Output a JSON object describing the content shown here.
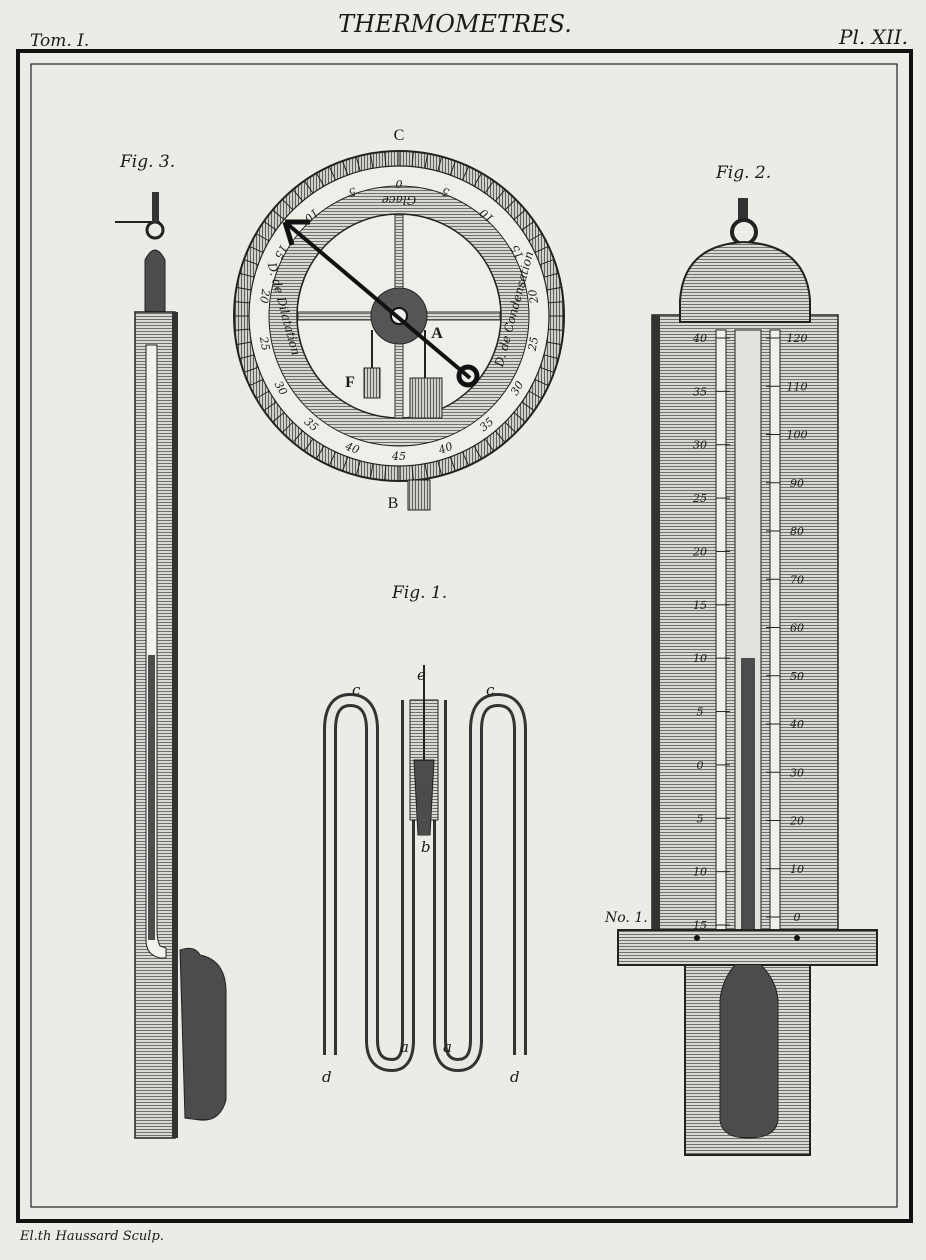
{
  "header": {
    "volume": "Tom. I.",
    "title": "THERMOMETRES.",
    "plate": "Pl. XII."
  },
  "footer": {
    "engraver": "El.th Haussard Sculp."
  },
  "figures": {
    "fig3": {
      "label": "Fig. 3."
    },
    "fig2": {
      "label": "Fig. 2.",
      "number_label": "No. 1.",
      "left_scale": [
        "40",
        "35",
        "30",
        "25",
        "20",
        "15",
        "10",
        "5",
        "0",
        "5",
        "10",
        "15"
      ],
      "right_scale": [
        "120",
        "110",
        "100",
        "90",
        "80",
        "70",
        "60",
        "50",
        "40",
        "30",
        "20",
        "10",
        "0"
      ],
      "mercury_reading_left_scale": 10
    },
    "fig1": {
      "label": "Fig. 1.",
      "letters": {
        "e": "e",
        "c_left": "c",
        "c_right": "c",
        "b": "b",
        "a_left": "a",
        "a_right": "a",
        "d_left": "d",
        "d_right": "d"
      }
    },
    "dial": {
      "letters": {
        "C": "C",
        "A": "A",
        "B": "B",
        "F": "F"
      },
      "inner_labels": {
        "top": "Glace",
        "left": "D. de Dilatation",
        "right": "D. de Condensation"
      },
      "left_numbers": [
        "0",
        "5",
        "10",
        "15",
        "20",
        "25",
        "30",
        "35",
        "40",
        "45"
      ],
      "right_numbers": [
        "5",
        "10",
        "15",
        "20",
        "25",
        "30",
        "35",
        "40"
      ]
    }
  },
  "colors": {
    "paper": "#ecebe6",
    "ink": "#1a1a1a"
  }
}
